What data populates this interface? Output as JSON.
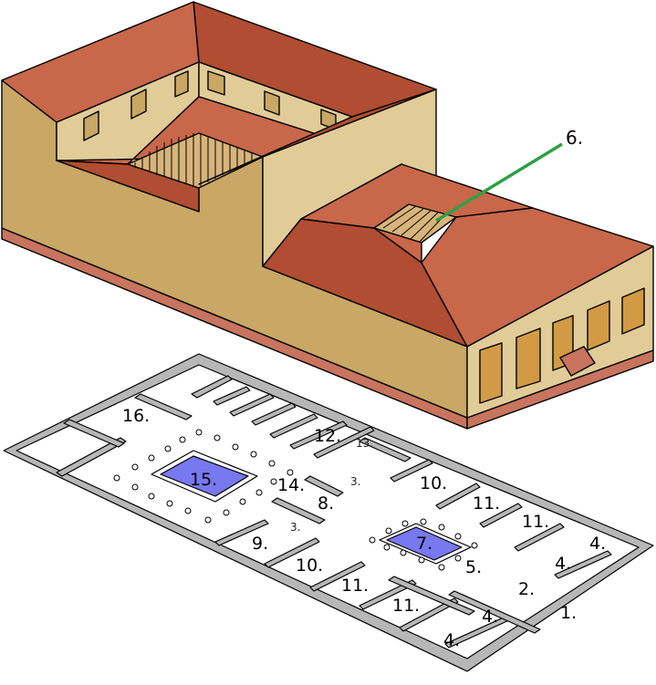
{
  "diagram": {
    "labels": {
      "l1": "1.",
      "l2": "2.",
      "l3a": "3.",
      "l3b": "3.",
      "l4a": "4.",
      "l4b": "4.",
      "l4c": "4.",
      "l4d": "4.",
      "l5": "5.",
      "l6": "6.",
      "l7": "7.",
      "l8": "8.",
      "l9": "9.",
      "l10a": "10.",
      "l10b": "10.",
      "l11a": "11.",
      "l11b": "11.",
      "l11c": "11.",
      "l11d": "11.",
      "l12": "12.",
      "l13": "13.",
      "l14": "14.",
      "l15": "15.",
      "l16": "16."
    },
    "colors": {
      "roof": "#c9674a",
      "roof_dark": "#b04d32",
      "wall": "#c9a765",
      "wall_light": "#e1cc98",
      "base": "#c8745e",
      "floor_wall": "#b7b7b7",
      "pool": "#7878f0",
      "leader": "#2ea043"
    }
  }
}
